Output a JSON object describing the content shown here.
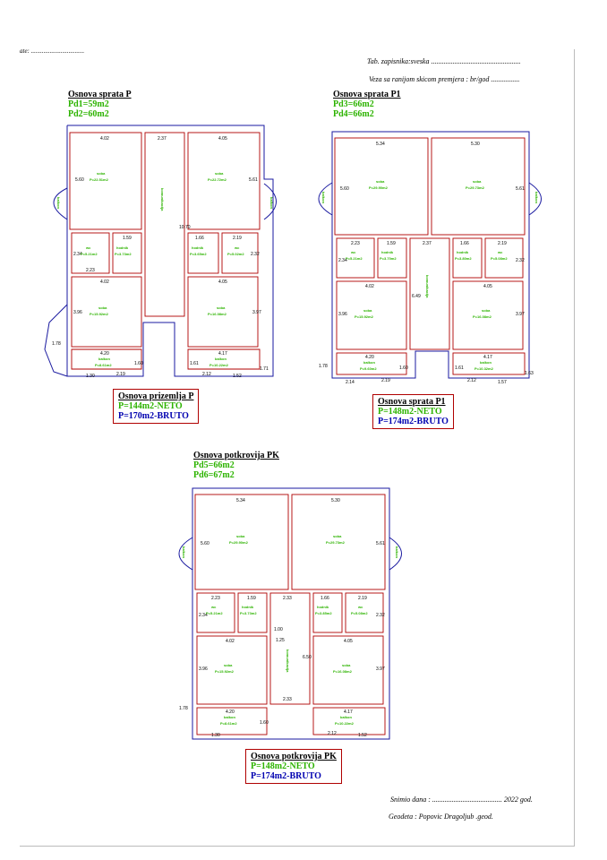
{
  "header": {
    "left": "ate: ..................................",
    "tab": "Tab. zapisnika:sveska ..................................................",
    "veza": "Veza sa ranijom skicom   premjera  : br/god ................"
  },
  "plan_p": {
    "title": "Osnova sprata P",
    "pd1": "Pd1=59m2",
    "pd2": "Pd2=60m2",
    "box_title": "Osnova prizemlja P",
    "neto": "P=144m2-NETO",
    "bruto": "P=170m2-BRUTO",
    "dims": {
      "a": "4.02",
      "b": "2.37",
      "c": "4.05",
      "d": "5.60",
      "e": "5.61",
      "f": "10.70",
      "g": "1.59",
      "h": "2.34",
      "i": "2.23",
      "j": "1.66",
      "k": "2.19",
      "l": "2.32",
      "m": "4.02",
      "n": "4.05",
      "o": "3.96",
      "p": "3.97",
      "q": "4.20",
      "r": "4.17",
      "s": "1.30",
      "t": "2.19",
      "u": "1.60",
      "v": "1.61",
      "w": "2.12",
      "x": "1.52",
      "y": "1.71",
      "z": "1.78"
    },
    "rooms": {
      "soba1": "soba",
      "soba1a": "P=22.51m2",
      "soba2": "soba",
      "soba2a": "P=22.72m2",
      "wc1": "wc",
      "wc1a": "P=5.21m2",
      "hod1": "hodnik",
      "hod1a": "P=3.73m2",
      "hod2": "hodnik",
      "hod2a": "P=3.65m2",
      "wc2": "wc",
      "wc2a": "P=5.02m2",
      "soba3": "soba",
      "soba3a": "P=15.92m2",
      "soba4": "soba",
      "soba4a": "P=16.08m2",
      "balk1": "balkon",
      "balk1a": "P=8.61m2",
      "balk2": "balkon",
      "balk2a": "P=10.22m2",
      "kom": "komunikacija",
      "bl": "balkon",
      "br": "balkon"
    }
  },
  "plan_p1": {
    "title": "Osnova sprata P1",
    "pd3": "Pd3=66m2",
    "pd4": "Pd4=66m2",
    "box_title": "Osnova sprata P1",
    "neto": "P=148m2-NETO",
    "bruto": "P=174m2-BRUTO",
    "dims": {
      "a": "5.34",
      "b": "5.30",
      "c": "5.60",
      "d": "5.61",
      "e": "2.23",
      "f": "1.59",
      "g": "2.37",
      "h": "1.66",
      "i": "2.19",
      "j": "2.34",
      "k": "2.32",
      "l": "4.02",
      "m": "4.05",
      "n": "6.49",
      "o": "3.96",
      "p": "3.97",
      "q": "4.20",
      "r": "4.17",
      "s": "2.14",
      "t": "2.19",
      "u": "1.60",
      "v": "1.61",
      "w": "2.12",
      "x": "1.57",
      "y": "1.63",
      "z": "1.78"
    },
    "rooms": {
      "soba1": "soba",
      "soba1a": "P=29.90m2",
      "soba2": "soba",
      "soba2a": "P=29.73m2",
      "wc1": "wc",
      "wc1a": "P=5.21m2",
      "hod1": "hodnik",
      "hod1a": "P=3.70m2",
      "hod2": "hodnik",
      "hod2a": "P=3.80m2",
      "wc2": "wc",
      "wc2a": "P=5.08m2",
      "soba3": "soba",
      "soba3a": "P=15.92m2",
      "soba4": "soba",
      "soba4a": "P=16.08m2",
      "balk1": "balkon",
      "balk1a": "P=9.60m2",
      "balk2": "balkon",
      "balk2a": "P=10.32m2",
      "kom": "komunikacija",
      "bl": "balkon",
      "br": "balkon"
    }
  },
  "plan_pk": {
    "title": "Osnova potkrovija PK",
    "pd5": "Pd5=66m2",
    "pd6": "Pd6=67m2",
    "box_title": "Osnova potkrovija PK",
    "neto": "P=148m2-NETO",
    "bruto": "P=174m2-BRUTO",
    "dims": {
      "a": "5.34",
      "b": "5.30",
      "c": "5.60",
      "d": "5.61",
      "e": "2.23",
      "f": "1.59",
      "g": "2.33",
      "h": "1.66",
      "i": "2.19",
      "j": "2.34",
      "k": "2.32",
      "l": "4.02",
      "m": "4.05",
      "n": "6.50",
      "o": "3.96",
      "p": "3.97",
      "q": "4.20",
      "r": "4.17",
      "s": "1.30",
      "t": "1.60",
      "u": "1.25",
      "v": "1.00",
      "w": "2.12",
      "x": "1.52",
      "y": "2.33",
      "z": "1.78"
    },
    "rooms": {
      "soba1": "soba",
      "soba1a": "P=29.90m2",
      "soba2": "soba",
      "soba2a": "P=29.73m2",
      "wc1": "wc",
      "wc1a": "P=5.21m2",
      "hod1": "hodnik",
      "hod1a": "P=3.73m2",
      "hod2": "hodnik",
      "hod2a": "P=3.85m2",
      "wc2": "wc",
      "wc2a": "P=5.08m2",
      "soba3": "soba",
      "soba3a": "P=15.92m2",
      "soba4": "soba",
      "soba4a": "P=16.08m2",
      "balk1": "balkon",
      "balk1a": "P=8.61m2",
      "balk2": "balkon",
      "balk2a": "P=10.22m2",
      "kom": "komunikacija",
      "bl": "balkon",
      "br": "balkon"
    }
  },
  "footer": {
    "snimio": "Snimio dana : ....................................... 2022 god.",
    "geodeta": "Geodeta :  Popovic Dragoljub  .geod."
  }
}
